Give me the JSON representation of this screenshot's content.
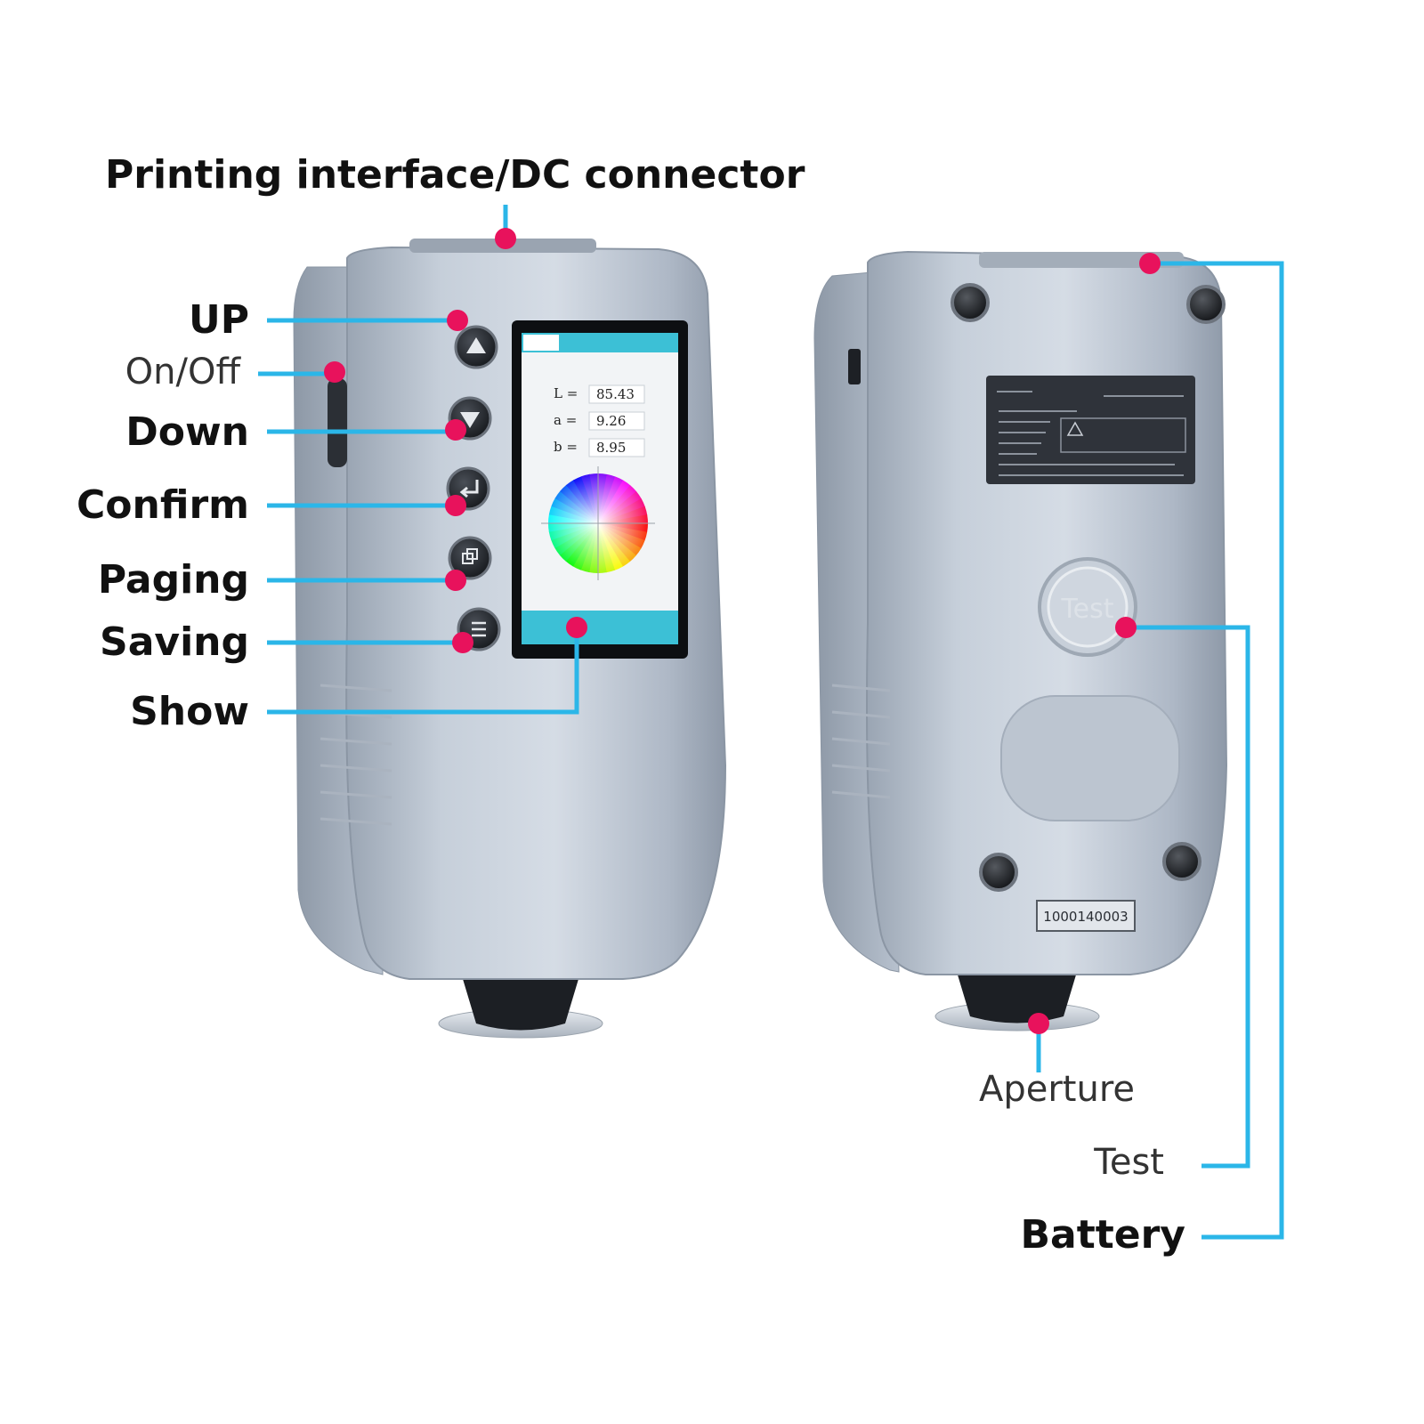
{
  "colors": {
    "leader_line": "#2bb6e8",
    "marker_dot": "#e8125c",
    "device_body": "#b9c3d0",
    "screen_accent": "#3cc0d6"
  },
  "labels": {
    "printing_interface": "Printing interface/DC connector",
    "up": "UP",
    "on_off": "On/Off",
    "down": "Down",
    "confirm": "Confirm",
    "paging": "Paging",
    "saving": "Saving",
    "show": "Show",
    "aperture": "Aperture",
    "test": "Test",
    "battery": "Battery"
  },
  "screen": {
    "rows": [
      {
        "key": "L =",
        "value": "85.43"
      },
      {
        "key": "a =",
        "value": "9.26"
      },
      {
        "key": "b =",
        "value": "8.95"
      }
    ]
  },
  "back_panel": {
    "serial_number": "1000140003",
    "test_button_text": "Test"
  },
  "icons": {
    "up_button": "triangle-up-icon",
    "down_button": "triangle-down-icon",
    "confirm_button": "enter-arrow-icon",
    "paging_button": "pages-icon",
    "saving_button": "menu-lines-icon"
  }
}
